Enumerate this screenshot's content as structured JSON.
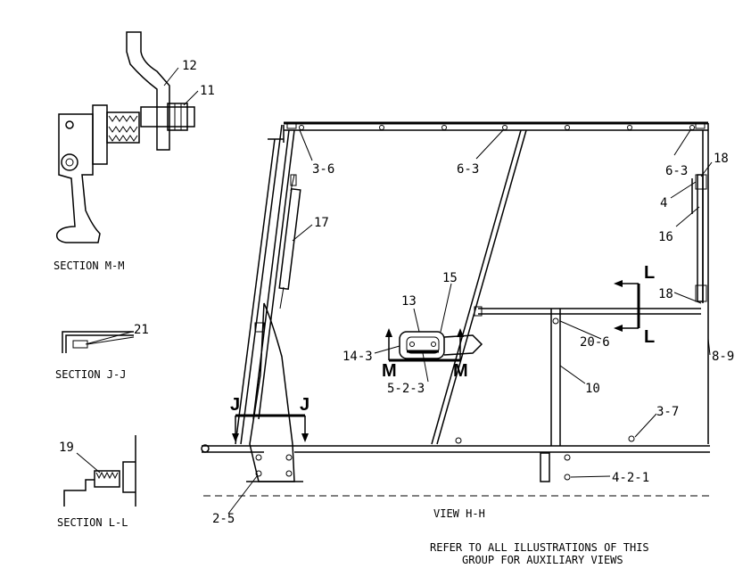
{
  "captions": {
    "section_mm": "SECTION M-M",
    "section_jj": "SECTION J-J",
    "section_ll": "SECTION L-L",
    "view_hh": "VIEW H-H",
    "refer_line1": "REFER TO ALL ILLUSTRATIONS OF THIS",
    "refer_line2": "GROUP FOR AUXILIARY VIEWS"
  },
  "callouts": {
    "c12": "12",
    "c11": "11",
    "c21": "21",
    "c19": "19",
    "c3_6": "3-6",
    "c6_3a": "6-3",
    "c6_3b": "6-3",
    "c18a": "18",
    "c4": "4",
    "c17": "17",
    "c16": "16",
    "c15": "15",
    "c13": "13",
    "c18b": "18",
    "c14_3": "14-3",
    "c20_6": "20-6",
    "c8_9": "8-9",
    "c5_2_3": "5-2-3",
    "c10": "10",
    "c3_7": "3-7",
    "c4_2_1": "4-2-1",
    "c2_5": "2-5"
  },
  "section_markers": {
    "j_left": "J",
    "j_right": "J",
    "m_left": "M",
    "m_right": "M",
    "l_top": "L",
    "l_bottom": "L"
  }
}
